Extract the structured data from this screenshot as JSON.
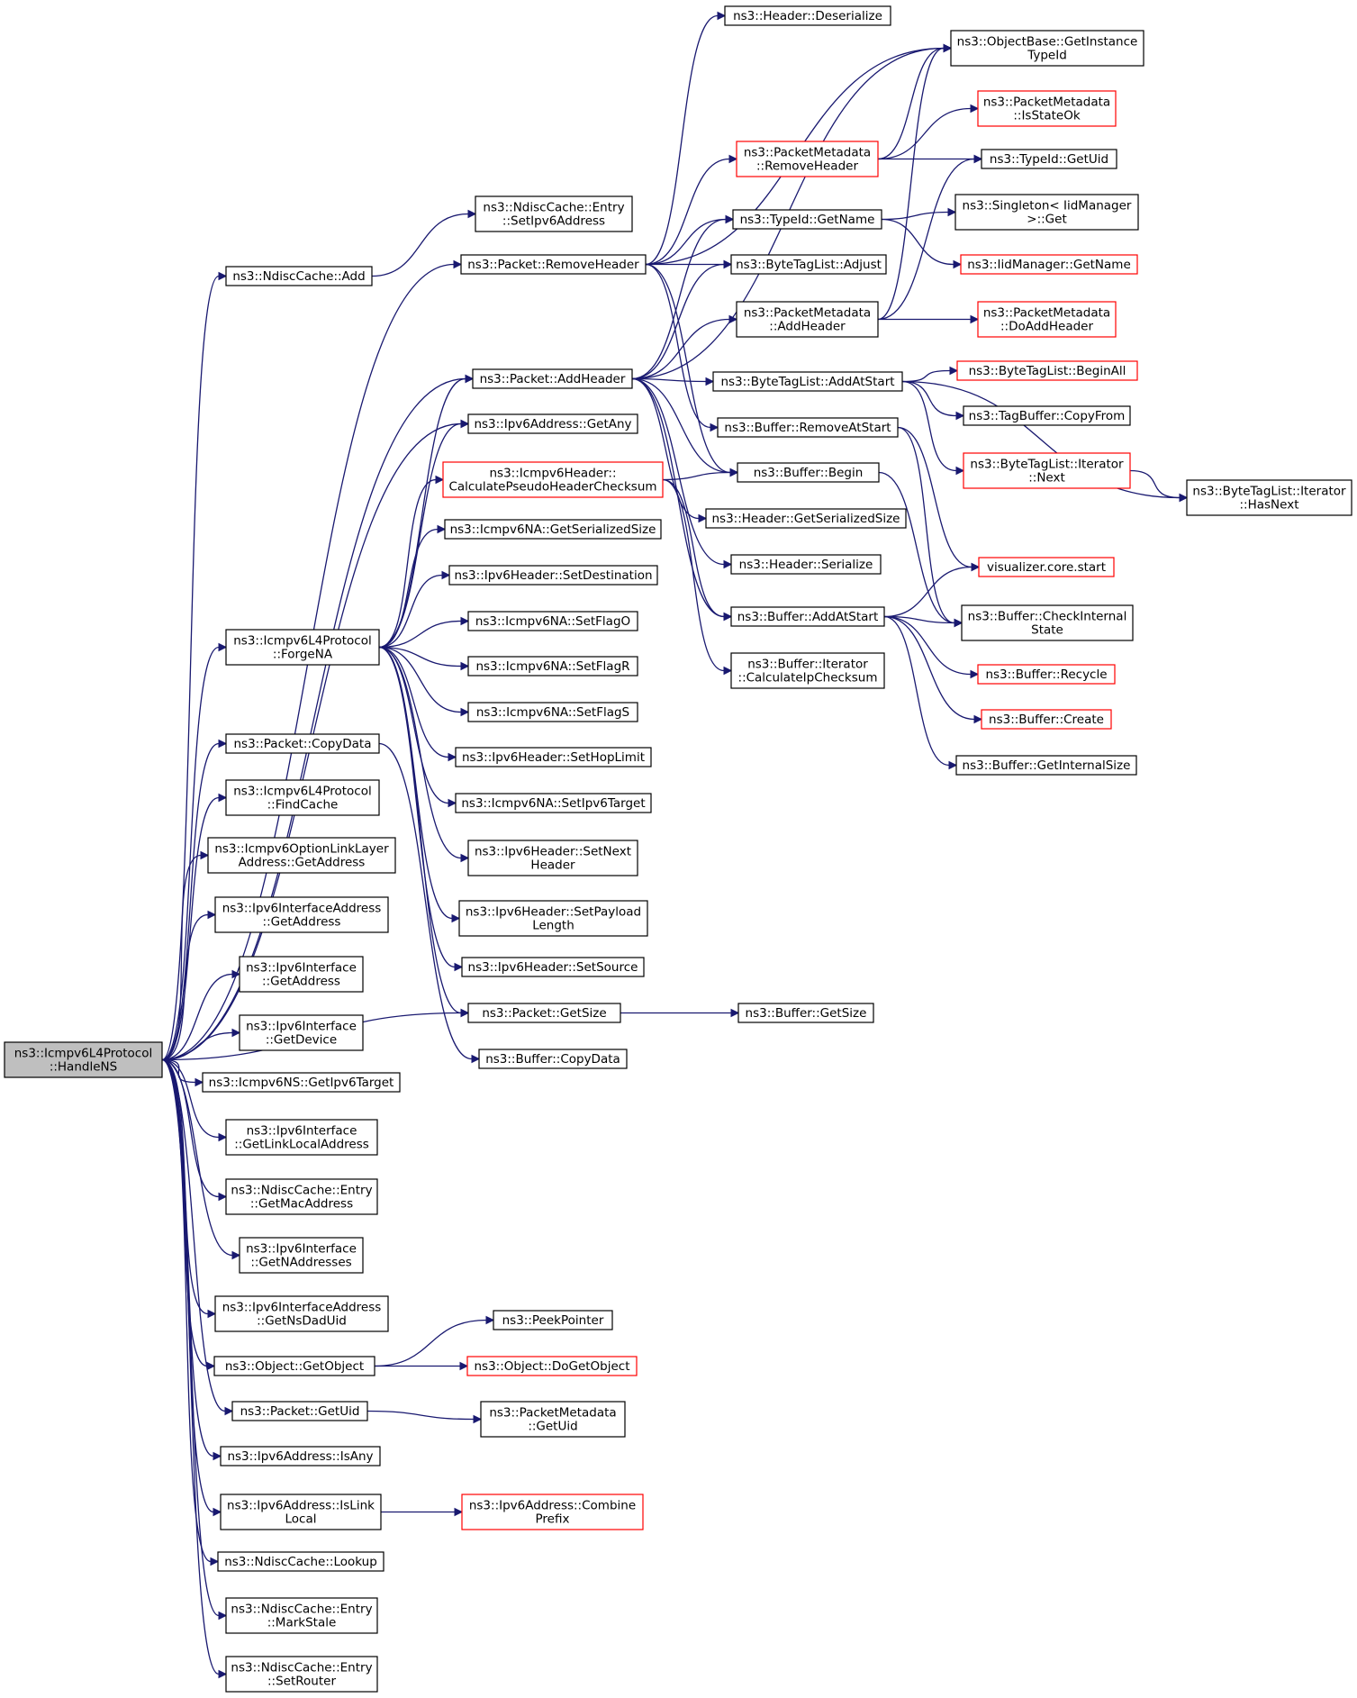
{
  "nodes": [
    {
      "id": "root",
      "lines": [
        "ns3::Icmpv6L4Protocol",
        "::HandleNS"
      ],
      "style": "root"
    },
    {
      "id": "ndisc_add",
      "lines": [
        "ns3::NdiscCache::Add"
      ],
      "style": "normal"
    },
    {
      "id": "entry_setipv6",
      "lines": [
        "ns3::NdiscCache::Entry",
        "::SetIpv6Address"
      ],
      "style": "normal"
    },
    {
      "id": "pkt_removeheader",
      "lines": [
        "ns3::Packet::RemoveHeader"
      ],
      "style": "normal"
    },
    {
      "id": "pkt_addheader",
      "lines": [
        "ns3::Packet::AddHeader"
      ],
      "style": "normal"
    },
    {
      "id": "ipv6_getany",
      "lines": [
        "ns3::Ipv6Address::GetAny"
      ],
      "style": "normal"
    },
    {
      "id": "calc_pseudo",
      "lines": [
        "ns3::Icmpv6Header::",
        "CalculatePseudoHeaderChecksum"
      ],
      "style": "red"
    },
    {
      "id": "na_getsersize",
      "lines": [
        "ns3::Icmpv6NA::GetSerializedSize"
      ],
      "style": "normal"
    },
    {
      "id": "ipv6h_setdest",
      "lines": [
        "ns3::Ipv6Header::SetDestination"
      ],
      "style": "normal"
    },
    {
      "id": "forgena",
      "lines": [
        "ns3::Icmpv6L4Protocol",
        "::ForgeNA"
      ],
      "style": "normal"
    },
    {
      "id": "na_setflago",
      "lines": [
        "ns3::Icmpv6NA::SetFlagO"
      ],
      "style": "normal"
    },
    {
      "id": "na_setflagr",
      "lines": [
        "ns3::Icmpv6NA::SetFlagR"
      ],
      "style": "normal"
    },
    {
      "id": "na_setflags",
      "lines": [
        "ns3::Icmpv6NA::SetFlagS"
      ],
      "style": "normal"
    },
    {
      "id": "pkt_copydata",
      "lines": [
        "ns3::Packet::CopyData"
      ],
      "style": "normal"
    },
    {
      "id": "ipv6h_sethoplimit",
      "lines": [
        "ns3::Ipv6Header::SetHopLimit"
      ],
      "style": "normal"
    },
    {
      "id": "findcache",
      "lines": [
        "ns3::Icmpv6L4Protocol",
        "::FindCache"
      ],
      "style": "normal"
    },
    {
      "id": "na_setipv6target",
      "lines": [
        "ns3::Icmpv6NA::SetIpv6Target"
      ],
      "style": "normal"
    },
    {
      "id": "optlinklayer",
      "lines": [
        "ns3::Icmpv6OptionLinkLayer",
        "Address::GetAddress"
      ],
      "style": "normal"
    },
    {
      "id": "ipv6h_setnext",
      "lines": [
        "ns3::Ipv6Header::SetNext",
        "Header"
      ],
      "style": "normal"
    },
    {
      "id": "ifaddr_getaddress",
      "lines": [
        "ns3::Ipv6InterfaceAddress",
        "::GetAddress"
      ],
      "style": "normal"
    },
    {
      "id": "ipv6h_setpayload",
      "lines": [
        "ns3::Ipv6Header::SetPayload",
        "Length"
      ],
      "style": "normal"
    },
    {
      "id": "iface_getaddress",
      "lines": [
        "ns3::Ipv6Interface",
        "::GetAddress"
      ],
      "style": "normal"
    },
    {
      "id": "ipv6h_setsource",
      "lines": [
        "ns3::Ipv6Header::SetSource"
      ],
      "style": "normal"
    },
    {
      "id": "iface_getdevice",
      "lines": [
        "ns3::Ipv6Interface",
        "::GetDevice"
      ],
      "style": "normal"
    },
    {
      "id": "pkt_getsize",
      "lines": [
        "ns3::Packet::GetSize"
      ],
      "style": "normal"
    },
    {
      "id": "buf_getsize",
      "lines": [
        "ns3::Buffer::GetSize"
      ],
      "style": "normal"
    },
    {
      "id": "buf_copydata",
      "lines": [
        "ns3::Buffer::CopyData"
      ],
      "style": "normal"
    },
    {
      "id": "ns_getipv6target",
      "lines": [
        "ns3::Icmpv6NS::GetIpv6Target"
      ],
      "style": "normal"
    },
    {
      "id": "iface_getlinklocal",
      "lines": [
        "ns3::Ipv6Interface",
        "::GetLinkLocalAddress"
      ],
      "style": "normal"
    },
    {
      "id": "entry_getmac",
      "lines": [
        "ns3::NdiscCache::Entry",
        "::GetMacAddress"
      ],
      "style": "normal"
    },
    {
      "id": "iface_getnaddr",
      "lines": [
        "ns3::Ipv6Interface",
        "::GetNAddresses"
      ],
      "style": "normal"
    },
    {
      "id": "ifaddr_getnsdad",
      "lines": [
        "ns3::Ipv6InterfaceAddress",
        "::GetNsDadUid"
      ],
      "style": "normal"
    },
    {
      "id": "obj_getobject",
      "lines": [
        "ns3::Object::GetObject"
      ],
      "style": "normal"
    },
    {
      "id": "peekpointer",
      "lines": [
        "ns3::PeekPointer"
      ],
      "style": "normal"
    },
    {
      "id": "obj_dogetobject",
      "lines": [
        "ns3::Object::DoGetObject"
      ],
      "style": "red"
    },
    {
      "id": "pkt_getuid",
      "lines": [
        "ns3::Packet::GetUid"
      ],
      "style": "normal"
    },
    {
      "id": "pm_getuid",
      "lines": [
        "ns3::PacketMetadata",
        "::GetUid"
      ],
      "style": "normal"
    },
    {
      "id": "ipv6_isany",
      "lines": [
        "ns3::Ipv6Address::IsAny"
      ],
      "style": "normal"
    },
    {
      "id": "ipv6_islinklocal",
      "lines": [
        "ns3::Ipv6Address::IsLink",
        "Local"
      ],
      "style": "normal"
    },
    {
      "id": "ipv6_combineprefix",
      "lines": [
        "ns3::Ipv6Address::Combine",
        "Prefix"
      ],
      "style": "red"
    },
    {
      "id": "ndisc_lookup",
      "lines": [
        "ns3::NdiscCache::Lookup"
      ],
      "style": "normal"
    },
    {
      "id": "entry_markstale",
      "lines": [
        "ns3::NdiscCache::Entry",
        "::MarkStale"
      ],
      "style": "normal"
    },
    {
      "id": "entry_setrouter",
      "lines": [
        "ns3::NdiscCache::Entry",
        "::SetRouter"
      ],
      "style": "normal"
    },
    {
      "id": "hdr_deserialize",
      "lines": [
        "ns3::Header::Deserialize"
      ],
      "style": "normal"
    },
    {
      "id": "objbase_gettypeid",
      "lines": [
        "ns3::ObjectBase::GetInstance",
        "TypeId"
      ],
      "style": "normal"
    },
    {
      "id": "pm_isstateok",
      "lines": [
        "ns3::PacketMetadata",
        "::IsStateOk"
      ],
      "style": "red"
    },
    {
      "id": "pm_removeheader",
      "lines": [
        "ns3::PacketMetadata",
        "::RemoveHeader"
      ],
      "style": "red"
    },
    {
      "id": "typeid_getuid",
      "lines": [
        "ns3::TypeId::GetUid"
      ],
      "style": "normal"
    },
    {
      "id": "typeid_getname",
      "lines": [
        "ns3::TypeId::GetName"
      ],
      "style": "normal"
    },
    {
      "id": "singleton_get",
      "lines": [
        "ns3::Singleton< IidManager",
        ">::Get"
      ],
      "style": "normal"
    },
    {
      "id": "btl_adjust",
      "lines": [
        "ns3::ByteTagList::Adjust"
      ],
      "style": "normal"
    },
    {
      "id": "iid_getname",
      "lines": [
        "ns3::IidManager::GetName"
      ],
      "style": "red"
    },
    {
      "id": "pm_addheader",
      "lines": [
        "ns3::PacketMetadata",
        "::AddHeader"
      ],
      "style": "normal"
    },
    {
      "id": "pm_doaddheader",
      "lines": [
        "ns3::PacketMetadata",
        "::DoAddHeader"
      ],
      "style": "red"
    },
    {
      "id": "btl_addatstart",
      "lines": [
        "ns3::ByteTagList::AddAtStart"
      ],
      "style": "normal"
    },
    {
      "id": "btl_beginall",
      "lines": [
        "ns3::ByteTagList::BeginAll"
      ],
      "style": "red"
    },
    {
      "id": "buf_removeatstart",
      "lines": [
        "ns3::Buffer::RemoveAtStart"
      ],
      "style": "normal"
    },
    {
      "id": "tagbuf_copyfrom",
      "lines": [
        "ns3::TagBuffer::CopyFrom"
      ],
      "style": "normal"
    },
    {
      "id": "btl_iter_next",
      "lines": [
        "ns3::ByteTagList::Iterator",
        "::Next"
      ],
      "style": "red"
    },
    {
      "id": "buf_begin",
      "lines": [
        "ns3::Buffer::Begin"
      ],
      "style": "normal"
    },
    {
      "id": "btl_iter_hasnext",
      "lines": [
        "ns3::ByteTagList::Iterator",
        "::HasNext"
      ],
      "style": "normal"
    },
    {
      "id": "hdr_getsersize",
      "lines": [
        "ns3::Header::GetSerializedSize"
      ],
      "style": "normal"
    },
    {
      "id": "hdr_serialize",
      "lines": [
        "ns3::Header::Serialize"
      ],
      "style": "normal"
    },
    {
      "id": "vis_start",
      "lines": [
        "visualizer.core.start"
      ],
      "style": "red"
    },
    {
      "id": "buf_addatstart",
      "lines": [
        "ns3::Buffer::AddAtStart"
      ],
      "style": "normal"
    },
    {
      "id": "buf_checkinternal",
      "lines": [
        "ns3::Buffer::CheckInternal",
        "State"
      ],
      "style": "normal"
    },
    {
      "id": "buf_iter_calc",
      "lines": [
        "ns3::Buffer::Iterator",
        "::CalculateIpChecksum"
      ],
      "style": "normal"
    },
    {
      "id": "buf_recycle",
      "lines": [
        "ns3::Buffer::Recycle"
      ],
      "style": "red"
    },
    {
      "id": "buf_create",
      "lines": [
        "ns3::Buffer::Create"
      ],
      "style": "red"
    },
    {
      "id": "buf_getinternalsize",
      "lines": [
        "ns3::Buffer::GetInternalSize"
      ],
      "style": "normal"
    }
  ],
  "edges": [
    [
      "root",
      "ndisc_add"
    ],
    [
      "root",
      "pkt_removeheader"
    ],
    [
      "root",
      "pkt_addheader"
    ],
    [
      "root",
      "ipv6_getany"
    ],
    [
      "root",
      "forgena"
    ],
    [
      "root",
      "pkt_copydata"
    ],
    [
      "root",
      "findcache"
    ],
    [
      "root",
      "optlinklayer"
    ],
    [
      "root",
      "ifaddr_getaddress"
    ],
    [
      "root",
      "iface_getaddress"
    ],
    [
      "root",
      "iface_getdevice"
    ],
    [
      "root",
      "ns_getipv6target"
    ],
    [
      "root",
      "iface_getlinklocal"
    ],
    [
      "root",
      "entry_getmac"
    ],
    [
      "root",
      "iface_getnaddr"
    ],
    [
      "root",
      "ifaddr_getnsdad"
    ],
    [
      "root",
      "obj_getobject"
    ],
    [
      "root",
      "pkt_getuid"
    ],
    [
      "root",
      "ipv6_isany"
    ],
    [
      "root",
      "ipv6_islinklocal"
    ],
    [
      "root",
      "ndisc_lookup"
    ],
    [
      "root",
      "entry_markstale"
    ],
    [
      "root",
      "entry_setrouter"
    ],
    [
      "root",
      "pkt_getsize"
    ],
    [
      "ndisc_add",
      "entry_setipv6"
    ],
    [
      "forgena",
      "pkt_addheader"
    ],
    [
      "forgena",
      "ipv6_getany"
    ],
    [
      "forgena",
      "calc_pseudo"
    ],
    [
      "forgena",
      "na_getsersize"
    ],
    [
      "forgena",
      "ipv6h_setdest"
    ],
    [
      "forgena",
      "na_setflago"
    ],
    [
      "forgena",
      "na_setflagr"
    ],
    [
      "forgena",
      "na_setflags"
    ],
    [
      "forgena",
      "ipv6h_sethoplimit"
    ],
    [
      "forgena",
      "na_setipv6target"
    ],
    [
      "forgena",
      "ipv6h_setnext"
    ],
    [
      "forgena",
      "ipv6h_setpayload"
    ],
    [
      "forgena",
      "ipv6h_setsource"
    ],
    [
      "forgena",
      "pkt_getsize"
    ],
    [
      "pkt_copydata",
      "buf_copydata"
    ],
    [
      "pkt_getsize",
      "buf_getsize"
    ],
    [
      "obj_getobject",
      "peekpointer"
    ],
    [
      "obj_getobject",
      "obj_dogetobject"
    ],
    [
      "pkt_getuid",
      "pm_getuid"
    ],
    [
      "ipv6_islinklocal",
      "ipv6_combineprefix"
    ],
    [
      "calc_pseudo",
      "buf_begin"
    ],
    [
      "calc_pseudo",
      "buf_addatstart"
    ],
    [
      "calc_pseudo",
      "buf_iter_calc"
    ],
    [
      "pkt_removeheader",
      "hdr_deserialize"
    ],
    [
      "pkt_removeheader",
      "objbase_gettypeid"
    ],
    [
      "pkt_removeheader",
      "pm_removeheader"
    ],
    [
      "pkt_removeheader",
      "typeid_getname"
    ],
    [
      "pkt_removeheader",
      "btl_adjust"
    ],
    [
      "pkt_removeheader",
      "buf_removeatstart"
    ],
    [
      "pkt_removeheader",
      "buf_begin"
    ],
    [
      "pkt_addheader",
      "objbase_gettypeid"
    ],
    [
      "pkt_addheader",
      "typeid_getname"
    ],
    [
      "pkt_addheader",
      "btl_adjust"
    ],
    [
      "pkt_addheader",
      "pm_addheader"
    ],
    [
      "pkt_addheader",
      "btl_addatstart"
    ],
    [
      "pkt_addheader",
      "buf_begin"
    ],
    [
      "pkt_addheader",
      "hdr_getsersize"
    ],
    [
      "pkt_addheader",
      "hdr_serialize"
    ],
    [
      "pkt_addheader",
      "buf_addatstart"
    ],
    [
      "pm_removeheader",
      "objbase_gettypeid"
    ],
    [
      "pm_removeheader",
      "pm_isstateok"
    ],
    [
      "pm_removeheader",
      "typeid_getuid"
    ],
    [
      "typeid_getname",
      "singleton_get"
    ],
    [
      "typeid_getname",
      "iid_getname"
    ],
    [
      "pm_addheader",
      "objbase_gettypeid"
    ],
    [
      "pm_addheader",
      "typeid_getuid"
    ],
    [
      "pm_addheader",
      "pm_doaddheader"
    ],
    [
      "btl_addatstart",
      "btl_beginall"
    ],
    [
      "btl_addatstart",
      "tagbuf_copyfrom"
    ],
    [
      "btl_addatstart",
      "btl_iter_next"
    ],
    [
      "btl_addatstart",
      "btl_iter_hasnext"
    ],
    [
      "btl_iter_next",
      "btl_iter_hasnext"
    ],
    [
      "buf_removeatstart",
      "vis_start"
    ],
    [
      "buf_removeatstart",
      "buf_checkinternal"
    ],
    [
      "buf_begin",
      "buf_checkinternal"
    ],
    [
      "buf_addatstart",
      "vis_start"
    ],
    [
      "buf_addatstart",
      "buf_checkinternal"
    ],
    [
      "buf_addatstart",
      "buf_recycle"
    ],
    [
      "buf_addatstart",
      "buf_create"
    ],
    [
      "buf_addatstart",
      "buf_getinternalsize"
    ]
  ],
  "colors": {
    "edge": "#191970",
    "red_border": "#ff0000",
    "root_fill": "#bfbfbf"
  }
}
